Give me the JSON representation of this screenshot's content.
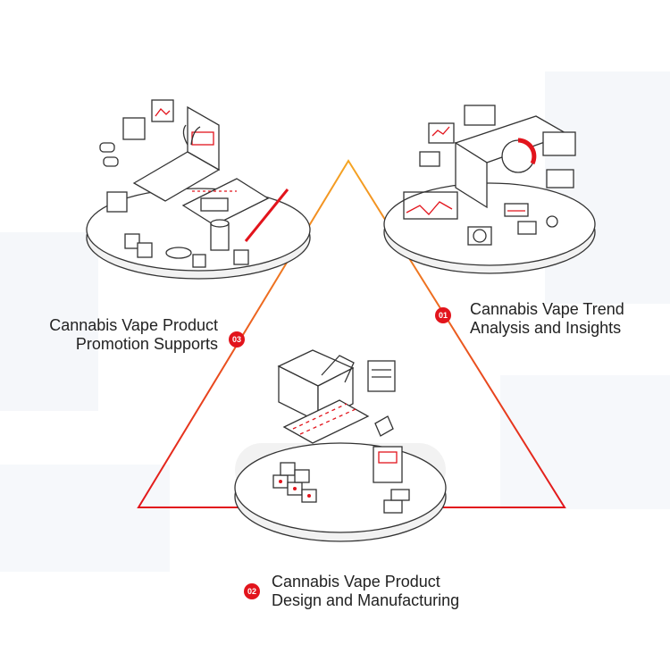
{
  "colors": {
    "accent": "#e2141c",
    "triangle_top": "#f5a623",
    "triangle_bottom": "#e2141c",
    "line_art": "#333333",
    "background_blocks": "#eef1f7"
  },
  "steps": [
    {
      "badge": "01",
      "line1": "Cannabis Vape Trend",
      "line2": "Analysis and Insights"
    },
    {
      "badge": "02",
      "line1": "Cannabis Vape Product",
      "line2": "Design and Manufacturing"
    },
    {
      "badge": "03",
      "line1": "Cannabis Vape Product",
      "line2": "Promotion Supports"
    }
  ],
  "illustrations": [
    {
      "name": "trend-analysis-platform",
      "icon": "analytics-dashboard-icon"
    },
    {
      "name": "manufacturing-platform",
      "icon": "factory-production-line-icon"
    },
    {
      "name": "promotion-platform",
      "icon": "marketing-workspace-icon"
    }
  ]
}
